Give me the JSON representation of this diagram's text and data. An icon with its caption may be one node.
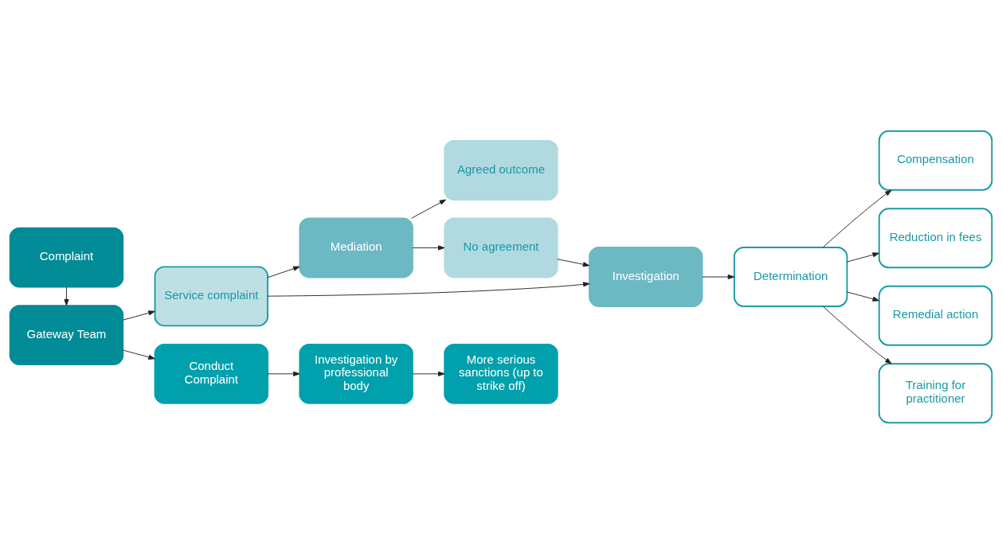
{
  "diagram": {
    "nodes": [
      {
        "text": [
          "Complaint"
        ]
      },
      {
        "text": [
          "Gateway Team"
        ]
      },
      {
        "text": [
          "Service complaint"
        ]
      },
      {
        "text": [
          "Mediation"
        ]
      },
      {
        "text": [
          "Investigation"
        ]
      },
      {
        "text": [
          "Agreed outcome"
        ]
      },
      {
        "text": [
          "No agreement"
        ]
      },
      {
        "text": [
          "Determination"
        ]
      },
      {
        "text": [
          "Compensation"
        ]
      },
      {
        "text": [
          "Reduction in fees"
        ]
      },
      {
        "text": [
          "Remedial action"
        ]
      },
      {
        "text": [
          "Training for practitioner"
        ]
      },
      {
        "text": [
          "Conduct Complaint"
        ]
      },
      {
        "text": [
          "Investigation by professional body"
        ]
      },
      {
        "text": [
          "More serious sanctions (up to strike off)"
        ]
      }
    ],
    "edges": [
      {
        "from": 0,
        "to": 1,
        "arrow": "to"
      },
      {
        "from": 1,
        "to": 2,
        "arrow": "to"
      },
      {
        "from": 1,
        "to": 12,
        "arrow": "to"
      },
      {
        "from": 2,
        "to": 3,
        "arrow": "to"
      },
      {
        "from": 2,
        "to": 4,
        "arrow": "to"
      },
      {
        "from": 3,
        "to": 5,
        "arrow": "to"
      },
      {
        "from": 3,
        "to": 6,
        "arrow": "to"
      },
      {
        "from": 6,
        "to": 4,
        "arrow": "to"
      },
      {
        "from": 4,
        "to": 7,
        "arrow": "to"
      },
      {
        "from": 7,
        "to": 8,
        "arrow": "to"
      },
      {
        "from": 7,
        "to": 9,
        "arrow": "to"
      },
      {
        "from": 7,
        "to": 10,
        "arrow": "to"
      },
      {
        "from": 7,
        "to": 11,
        "arrow": "to"
      },
      {
        "from": 12,
        "to": 13,
        "arrow": "to"
      },
      {
        "from": 13,
        "to": 14,
        "arrow": "to"
      }
    ]
  }
}
